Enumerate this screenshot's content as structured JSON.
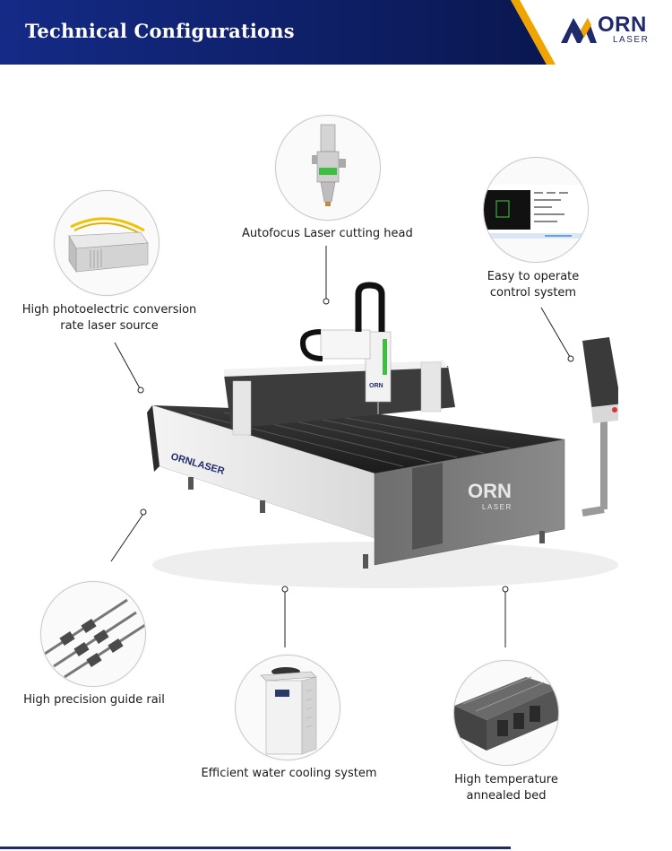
{
  "header": {
    "title": "Technical Configurations",
    "colors": {
      "primary": "#14246b",
      "accent": "#f0a400"
    }
  },
  "logo": {
    "mark": "ORN",
    "sub": "LASER"
  },
  "machine": {
    "side_brand": "ORNLASER",
    "panel_brand": "ORN",
    "panel_sub": "LASER",
    "head_brand": "ORN"
  },
  "features": {
    "cutting_head": "Autofocus Laser cutting head",
    "control_line1": "Easy to operate",
    "control_line2": "control system",
    "laser_line1": "High photoelectric conversion",
    "laser_line2": "rate laser source",
    "guide_rail": "High precision guide rail",
    "cooling": "Efficient water cooling system",
    "bed_line1": "High temperature",
    "bed_line2": "annealed bed"
  }
}
